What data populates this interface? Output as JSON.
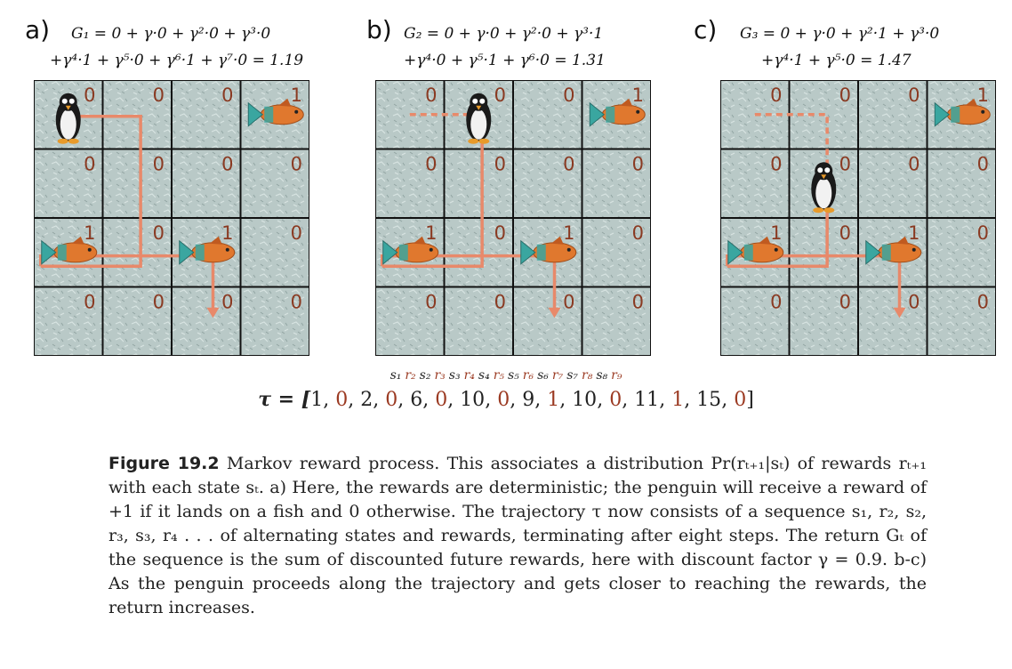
{
  "panels": [
    {
      "label": "a)",
      "eq_line1": "G₁ = 0 + γ·0 + γ²·0 + γ³·0",
      "eq_line2": "+γ⁴·1 + γ⁵·0 + γ⁶·1 + γ⁷·0 = 1.19",
      "rewards": [
        [
          0,
          0,
          0,
          1
        ],
        [
          0,
          0,
          0,
          0
        ],
        [
          1,
          0,
          1,
          0
        ],
        [
          0,
          0,
          0,
          0
        ]
      ],
      "penguin": [
        0,
        0
      ],
      "fish": [
        [
          0,
          3
        ],
        [
          2,
          0
        ],
        [
          2,
          2
        ]
      ]
    },
    {
      "label": "b)",
      "eq_line1": "G₂ = 0 + γ·0 + γ²·0 + γ³·1",
      "eq_line2": "+γ⁴·0 + γ⁵·1 + γ⁶·0 = 1.31",
      "rewards": [
        [
          0,
          0,
          0,
          1
        ],
        [
          0,
          0,
          0,
          0
        ],
        [
          1,
          0,
          1,
          0
        ],
        [
          0,
          0,
          0,
          0
        ]
      ],
      "penguin": [
        0,
        1
      ],
      "fish": [
        [
          0,
          3
        ],
        [
          2,
          0
        ],
        [
          2,
          2
        ]
      ]
    },
    {
      "label": "c)",
      "eq_line1": "G₃ = 0 + γ·0 + γ²·1 + γ³·0",
      "eq_line2": "+γ⁴·1 + γ⁵·0 = 1.47",
      "rewards": [
        [
          0,
          0,
          0,
          1
        ],
        [
          0,
          0,
          0,
          0
        ],
        [
          1,
          0,
          1,
          0
        ],
        [
          0,
          0,
          0,
          0
        ]
      ],
      "penguin": [
        1,
        1
      ],
      "fish": [
        [
          0,
          3
        ],
        [
          2,
          0
        ],
        [
          2,
          2
        ]
      ]
    }
  ],
  "trajectory": {
    "sub_labels": [
      "s₁",
      "r₂",
      "s₂",
      "r₃",
      "s₃",
      "r₄",
      "s₄",
      "r₅",
      "s₅",
      "r₆",
      "s₆",
      "r₇",
      "s₇",
      "r₈",
      "s₈",
      "r₉"
    ],
    "prefix": "τ = [",
    "values": [
      "1",
      "0",
      "2",
      "0",
      "6",
      "0",
      "10",
      "0",
      "9",
      "1",
      "10",
      "0",
      "11",
      "1",
      "15",
      "0"
    ],
    "suffix": "]"
  },
  "caption": {
    "label": "Figure 19.2",
    "text": " Markov reward process. This associates a distribution Pr(rₜ₊₁|sₜ) of rewards rₜ₊₁ with each state sₜ. a) Here, the rewards are deterministic; the penguin will receive a reward of +1 if it lands on a fish and 0 otherwise. The trajectory τ now consists of a sequence s₁, r₂, s₂, r₃, s₃, r₄ . . . of alternating states and rewards, terminating after eight steps. The return Gₜ of the sequence is the sum of discounted future rewards, here with discount factor γ = 0.9. b-c) As the penguin proceeds along the trajectory and gets closer to reaching the rewards, the return increases."
  },
  "colors": {
    "ice": "#b9c9c7",
    "path": "#e8896a",
    "reward_text": "#8a3a22",
    "fish_body": "#e0782e",
    "fish_tail": "#3aa6a0"
  }
}
